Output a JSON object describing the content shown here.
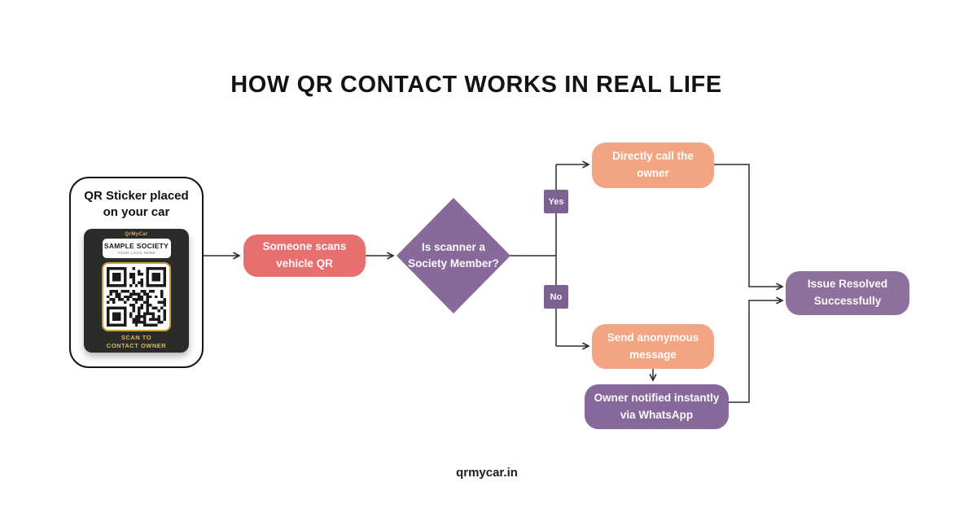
{
  "title": "HOW QR CONTACT WORKS IN REAL LIFE",
  "footer": "qrmycar.in",
  "colors": {
    "coral": "#e7706e",
    "peach": "#f3a483",
    "purple_diamond": "#87699a",
    "purple_badge": "#7c6290",
    "purple_notify": "#86699a",
    "purple_resolved": "#8d709c",
    "gold": "#d9b64e",
    "sticker_bg": "#2b2b29",
    "connector": "#2b2b2b"
  },
  "sticker_card": {
    "heading": {
      "line1": "QR Sticker placed",
      "line2": "on your car"
    },
    "brand": "QrMyCar",
    "society": "SAMPLE SOCIETY",
    "logo_placeholder": "YOUR LOGO HERE",
    "caption": {
      "line1": "SCAN TO",
      "line2": "CONTACT OWNER"
    }
  },
  "flow": {
    "scan": {
      "line1": "Someone scans",
      "line2": "vehicle QR"
    },
    "decision": {
      "line1": "Is scanner a",
      "line2": "Society Member?"
    },
    "yes_label": "Yes",
    "no_label": "No",
    "call": {
      "line1": "Directly call the",
      "line2": "owner"
    },
    "message": {
      "line1": "Send anonymous",
      "line2": "message"
    },
    "notify": {
      "line1": "Owner notified instantly",
      "line2": "via WhatsApp"
    },
    "resolved": {
      "line1": "Issue Resolved",
      "line2": "Successfully"
    }
  }
}
